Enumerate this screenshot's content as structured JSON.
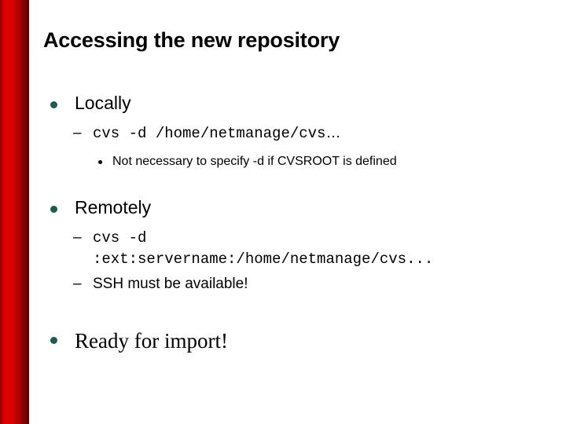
{
  "slide": {
    "title": "Accessing the new repository",
    "accent_color": "#cc0000",
    "bullet_color": "#1b5b50",
    "background_color": "#ffffff",
    "text_color": "#000000",
    "bullets": {
      "locally": {
        "label": "Locally",
        "dash": "–",
        "command": "cvs -d /home/netmanage/cvs",
        "command_ellipsis": "…",
        "note": "Not necessary to specify -d if CVSROOT is defined"
      },
      "remotely": {
        "label": "Remotely",
        "dash": "–",
        "command_line1": "cvs -d",
        "command_line2": ":ext:servername:/home/netmanage/cvs",
        "command_ellipsis": "...",
        "ssh_note": "SSH must be available!"
      },
      "ready": {
        "label": "Ready for import!"
      }
    }
  }
}
